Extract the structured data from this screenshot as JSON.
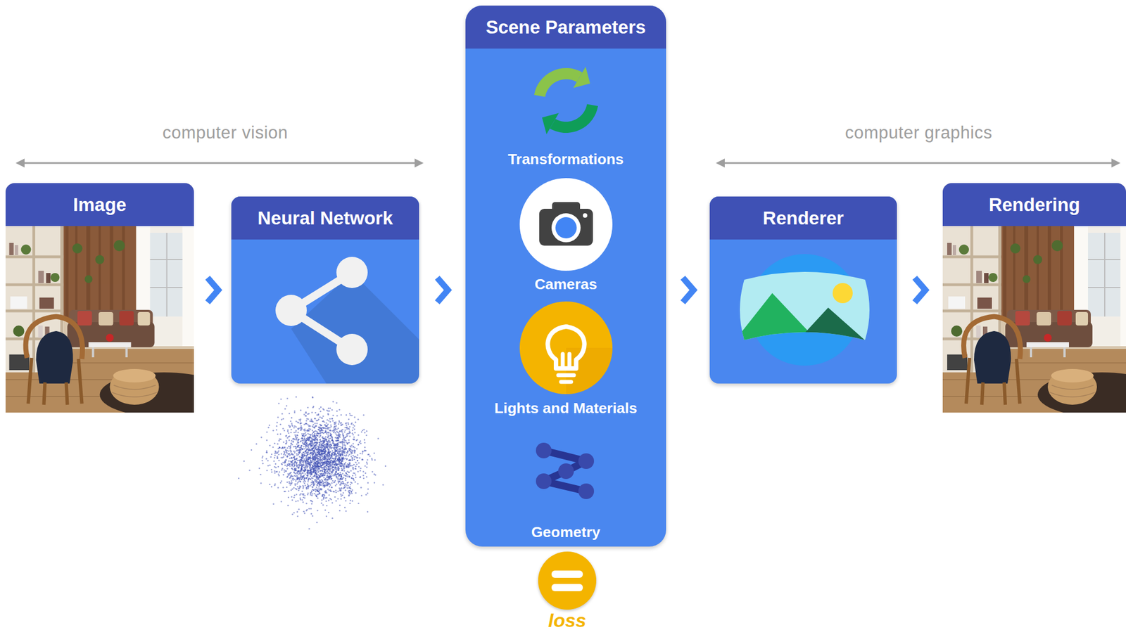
{
  "diagram": {
    "nodes": [
      {
        "text": [
          "Image"
        ]
      },
      {
        "text": [
          "Neural Network"
        ]
      },
      {
        "text": [
          "Scene Parameters",
          "Transformations",
          "Cameras",
          "Lights and Materials",
          "Geometry"
        ]
      },
      {
        "text": [
          "Renderer"
        ]
      },
      {
        "text": [
          "Rendering"
        ]
      },
      {
        "text": [
          "loss"
        ]
      }
    ],
    "edges": [
      {
        "from": 0,
        "to": 1,
        "arrow": "to"
      },
      {
        "from": 1,
        "to": 2,
        "arrow": "to"
      },
      {
        "from": 2,
        "to": 3,
        "arrow": "to"
      },
      {
        "from": 3,
        "to": 4,
        "arrow": "to"
      },
      {
        "from": 0,
        "to": 5,
        "arrow": "to"
      },
      {
        "from": 4,
        "to": 5,
        "arrow": "to"
      }
    ],
    "labels": [
      "computer vision",
      "computer graphics"
    ]
  }
}
